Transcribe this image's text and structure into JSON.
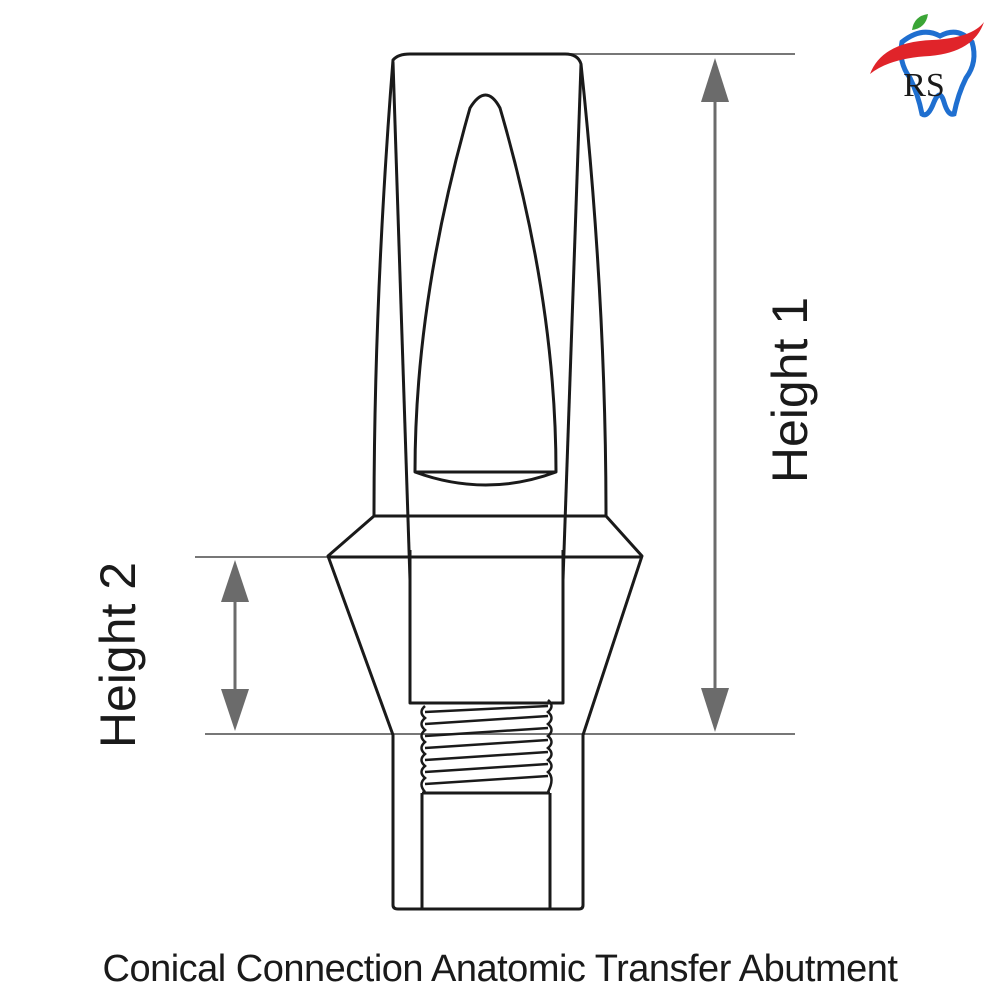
{
  "diagram": {
    "caption": "Conical Connection Anatomic Transfer Abutment",
    "dimensions": [
      {
        "label": "Height 1"
      },
      {
        "label": "Height 2"
      }
    ]
  },
  "logo": {
    "letters": "RS",
    "colors": {
      "swoosh_red": "#e0242a",
      "tooth_blue": "#1f6fd0",
      "leaf_green": "#3aa536"
    }
  },
  "colors": {
    "line": "#1a1a1a",
    "dimension_line": "#777777",
    "arrow": "#6b6b6b"
  }
}
